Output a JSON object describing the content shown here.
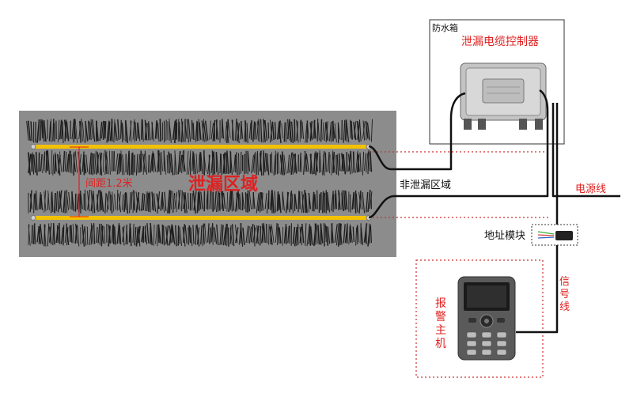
{
  "labels": {
    "waterproof_box": "防水箱",
    "controller": "泄漏电缆控制器",
    "leak_zone": "泄漏区域",
    "spacing": "间距1.2米",
    "non_leak_zone": "非泄漏区域",
    "power_line": "电源线",
    "address_module": "地址模块",
    "signal_line": "信号线",
    "alarm_host": "报警主机"
  },
  "colors": {
    "ground": "#8c8c8c",
    "grass": "#1e1e1e",
    "cable": "#f2c200",
    "accent_red": "#e02020",
    "wire": "#111111"
  },
  "icons": {
    "controller": "controller-box-icon",
    "address_module": "address-module-icon",
    "alarm_host": "alarm-keypad-icon"
  }
}
